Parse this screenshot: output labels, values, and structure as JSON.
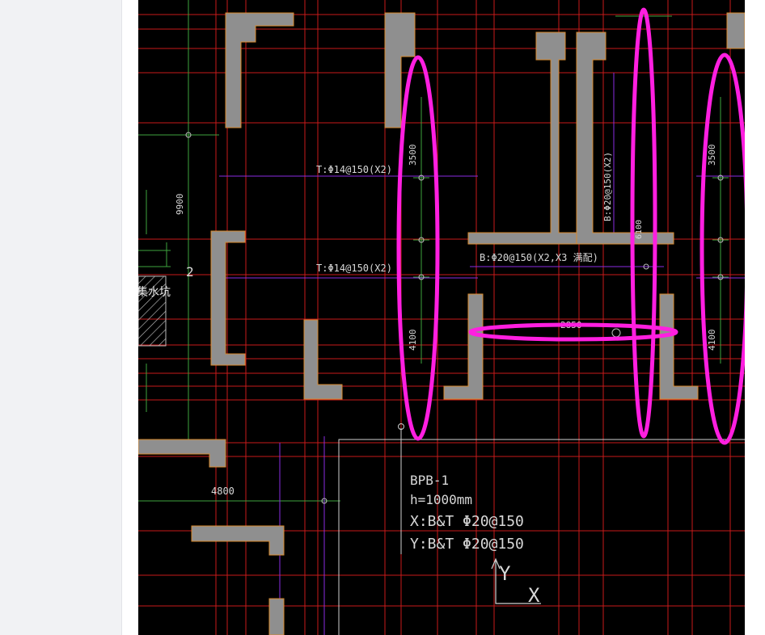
{
  "drawing": {
    "labels": {
      "top_rebar_1": "T:Φ14@150(X2)",
      "top_rebar_2": "T:Φ14@150(X2)",
      "bottom_rebar": "B:Φ20@150(X2,X3 满配)",
      "vertical_bottom_rebar": "B:Φ20@150(X2)",
      "dim_9900": "9900",
      "dim_3500_a": "3500",
      "dim_4100_a": "4100",
      "dim_3500_b": "3500",
      "dim_4100_b": "4100",
      "dim_6100": "6100",
      "dim_2850": "2850",
      "dim_4800": "4800",
      "axis_2": "2",
      "sump_label": "集水坑"
    },
    "slab_block": {
      "name": "BPB-1",
      "thickness": "h=1000mm",
      "x_rebar": "X:B&T  Φ20@150",
      "y_rebar": "Y:B&T  Φ20@150"
    },
    "axis_indicator": {
      "y": "Y",
      "x": "X"
    },
    "colors": {
      "background": "#000000",
      "grid_red": "#c81a1a",
      "grid_green": "#3ea33e",
      "wall_fill": "#8f8f8f",
      "wall_outline": "#d88a2c",
      "purple_line": "#8a2be2",
      "highlight_magenta": "#ff1fe0",
      "text": "#d8d8d8"
    }
  }
}
